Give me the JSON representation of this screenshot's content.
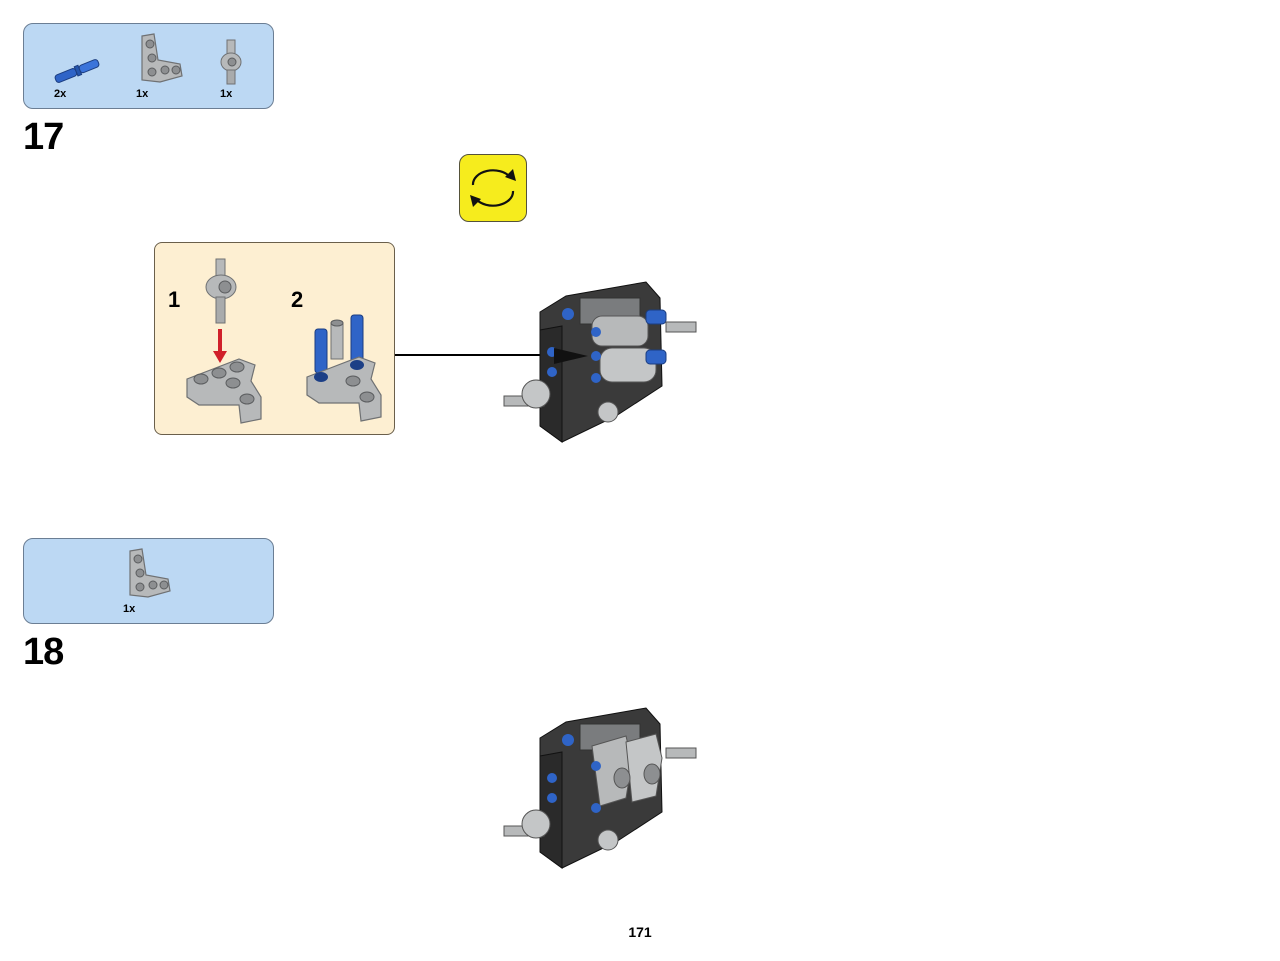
{
  "steps": [
    {
      "number": "17",
      "parts": [
        {
          "icon": "blue-axle-pin-icon",
          "qty": "2x"
        },
        {
          "icon": "gray-t-beam-icon",
          "qty": "1x"
        },
        {
          "icon": "gray-axle-connector-icon",
          "qty": "1x"
        }
      ],
      "rotate_icon": "rotate-model-icon",
      "sub_steps": [
        {
          "number": "1"
        },
        {
          "number": "2"
        }
      ]
    },
    {
      "number": "18",
      "parts": [
        {
          "icon": "gray-t-beam-icon",
          "qty": "1x"
        }
      ]
    }
  ],
  "colors": {
    "parts_box": "#bcd8f3",
    "sub_box": "#fdefd2",
    "rotate_icon": "#f6ec1d",
    "lego_blue": "#2f64c7",
    "lego_gray": "#b7b9ba",
    "lego_dark": "#3a3a3a",
    "arrow_red": "#d0202a"
  },
  "page": {
    "number": "171"
  }
}
